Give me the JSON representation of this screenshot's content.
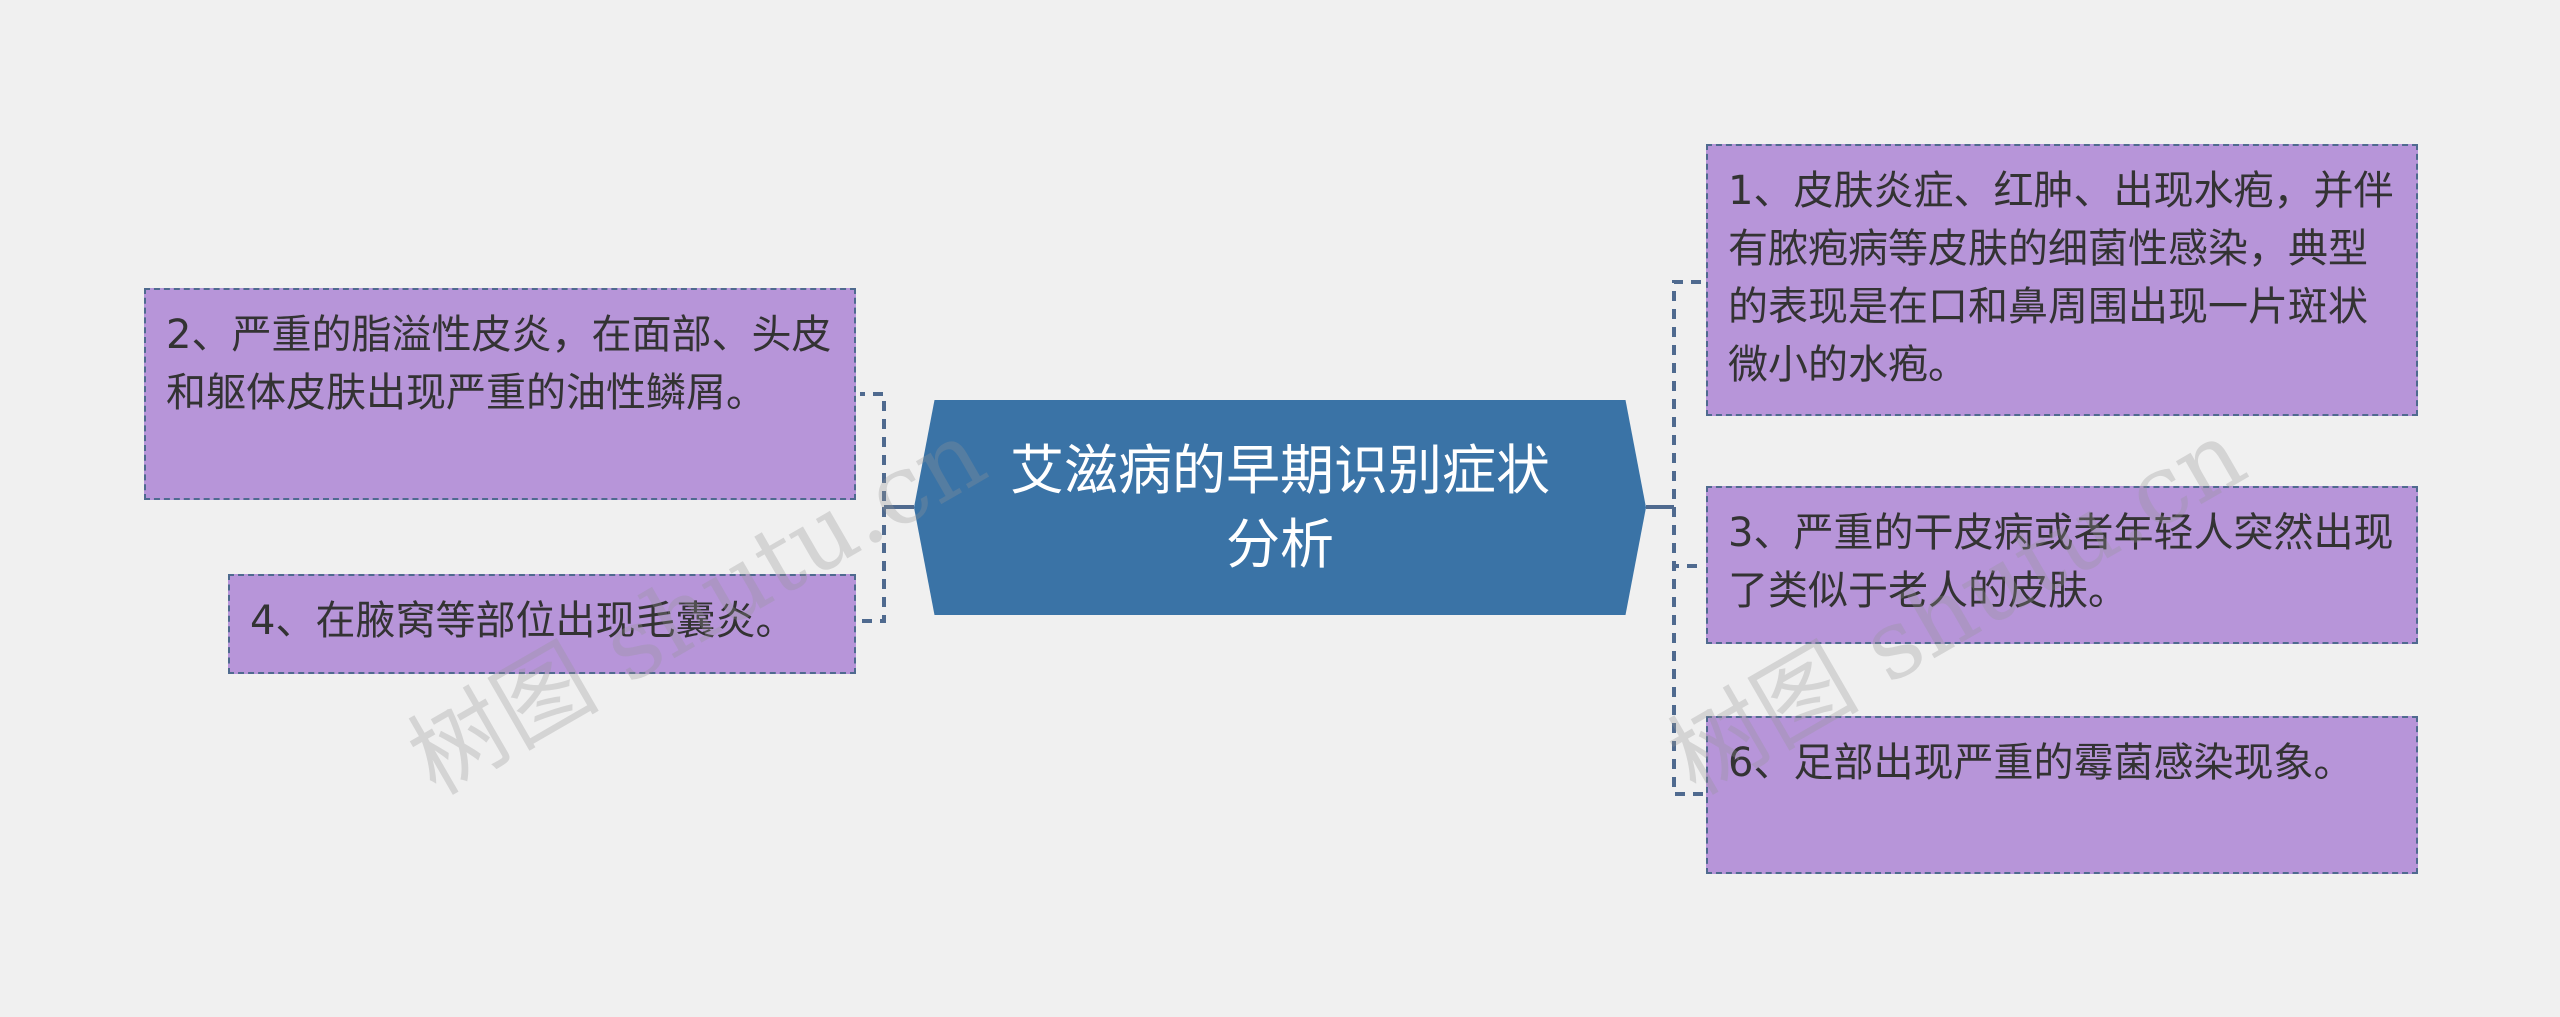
{
  "center": {
    "title": "艾滋病的早期识别症状分析"
  },
  "left_items": [
    {
      "text": "2、严重的脂溢性皮炎，在面部、头皮和躯体皮肤出现严重的油性鳞屑。"
    },
    {
      "text": "4、在腋窝等部位出现毛囊炎。"
    }
  ],
  "right_items": [
    {
      "text": "1、皮肤炎症、红肿、出现水疱，并伴有脓疱病等皮肤的细菌性感染，典型的表现是在口和鼻周围出现一片斑状微小的水疱。"
    },
    {
      "text": "3、严重的干皮病或者年轻人突然出现了类似于老人的皮肤。"
    },
    {
      "text": "6、足部出现严重的霉菌感染现象。"
    }
  ],
  "watermarks": [
    "树图 shutu.cn",
    "树图 shutu.cn"
  ],
  "colors": {
    "background": "#f0f0f0",
    "center_fill": "#3a73a6",
    "leaf_fill": "#b795d9",
    "leaf_border": "#4f6a8f",
    "connector": "#4f6a8f"
  }
}
